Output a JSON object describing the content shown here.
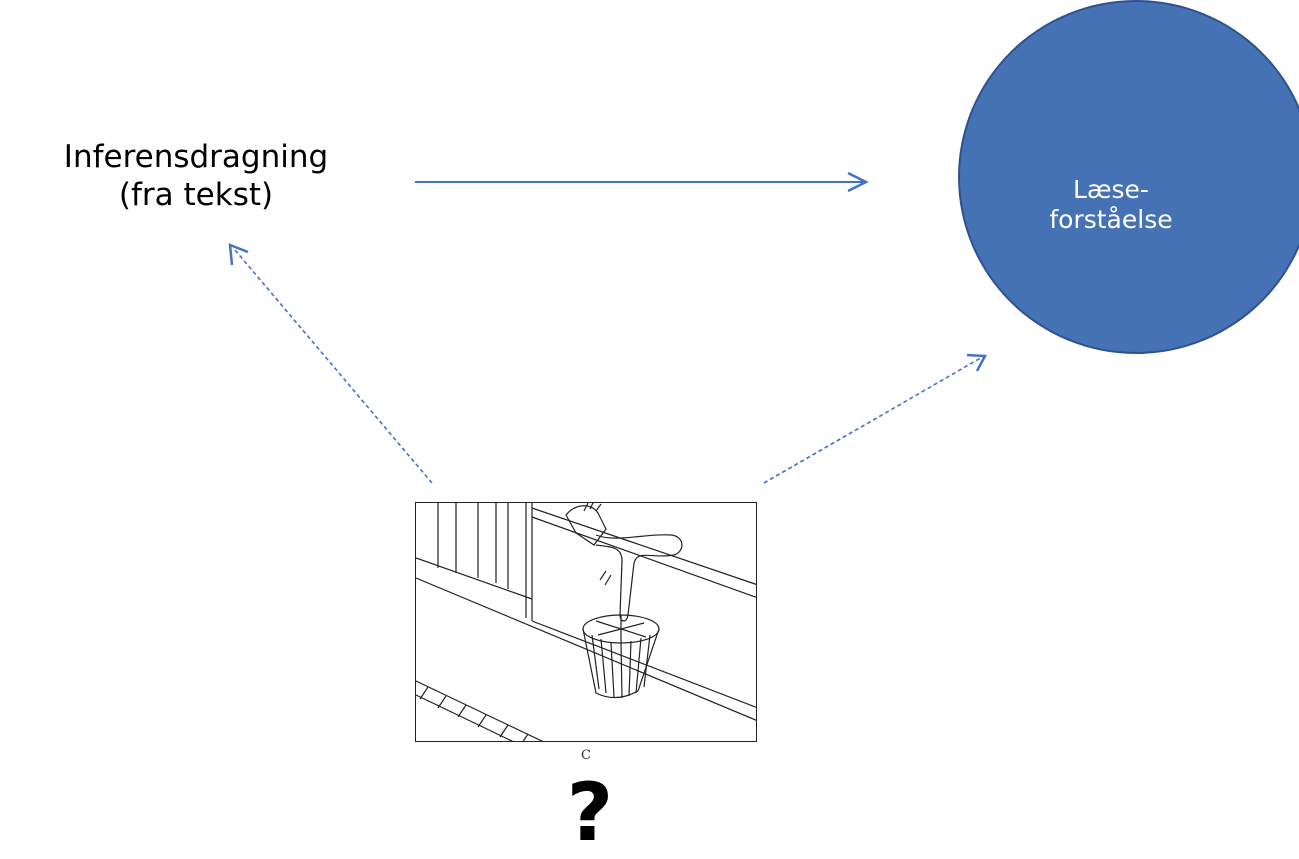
{
  "source_node": {
    "line1": "Inferensdragning",
    "line2": "(fra tekst)"
  },
  "target_node": {
    "line1": "Læse-",
    "line2": "forståelse",
    "fill_color": "#4472b5"
  },
  "illustration": {
    "caption": "C"
  },
  "unknown_marker": "?",
  "colors": {
    "arrow": "#4472c4",
    "circle_border": "#2f528f"
  }
}
